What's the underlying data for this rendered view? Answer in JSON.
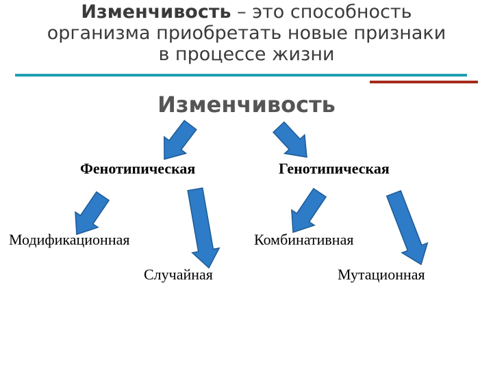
{
  "title": {
    "term": "Изменчивость",
    "line1_rest": " – это способность",
    "line2": "организма приобретать новые признаки",
    "line3": "в процессе жизни"
  },
  "diagram": {
    "root": "Изменчивость",
    "nodes": {
      "phenotypic": "Фенотипическая",
      "genotypic": "Генотипическая",
      "modification": "Модификационная",
      "random": "Случайная",
      "combinative": "Комбинативная",
      "mutational": "Мутационная"
    },
    "edges": [
      [
        "root",
        "phenotypic"
      ],
      [
        "root",
        "genotypic"
      ],
      [
        "phenotypic",
        "modification"
      ],
      [
        "phenotypic",
        "random"
      ],
      [
        "genotypic",
        "combinative"
      ],
      [
        "genotypic",
        "mutational"
      ]
    ]
  },
  "colors": {
    "arrow_fill": "#2e7bc7",
    "arrow_stroke": "#1f5a94",
    "rule_teal": "#1f9fb0",
    "rule_red": "#a52a1a",
    "title_text": "#3a3a3a",
    "heading_text": "#555555"
  }
}
